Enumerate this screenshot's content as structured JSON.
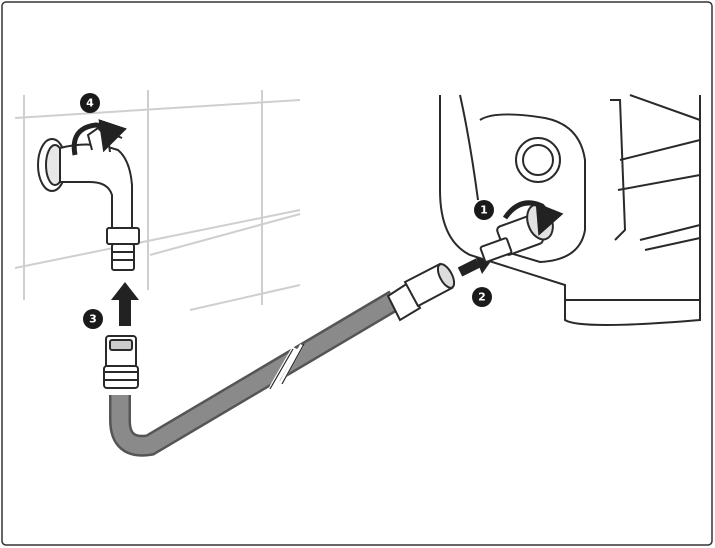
{
  "figure": {
    "steps": [
      {
        "label": "1",
        "icon": "rotate-arrow-icon"
      },
      {
        "label": "2",
        "icon": "push-arrow-icon"
      },
      {
        "label": "3",
        "icon": "push-arrow-icon"
      },
      {
        "label": "4",
        "icon": "rotate-arrow-icon"
      }
    ],
    "colors": {
      "frame": "#333333",
      "line": "#2a2a2a",
      "hose": "#8a8a8a",
      "hose_shadow": "#555555",
      "badge": "#1a1a1a",
      "tile_line": "#cfcfcf"
    }
  }
}
